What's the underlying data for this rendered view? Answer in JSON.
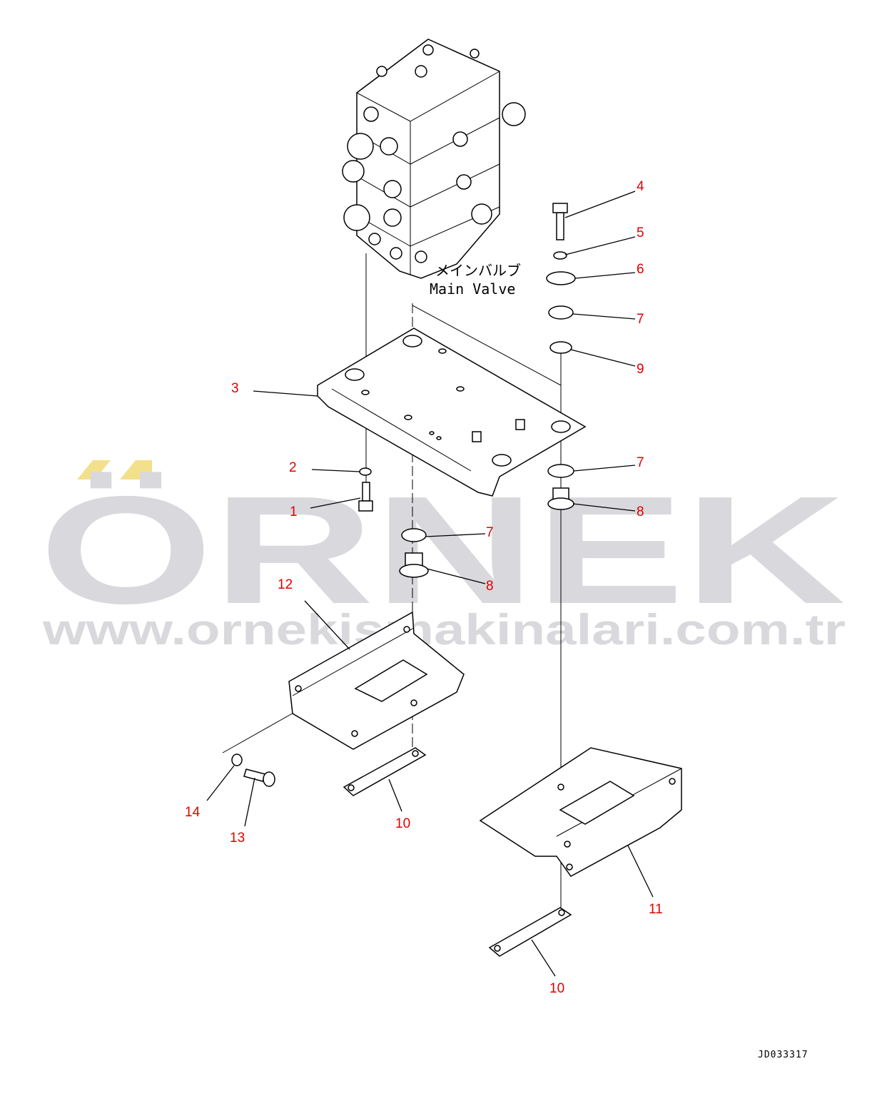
{
  "diagram": {
    "component_label_jp": "メインバルブ",
    "component_label_en": "Main Valve",
    "drawing_code": "JD033317",
    "callouts": [
      {
        "id": "c4",
        "label": "4"
      },
      {
        "id": "c5",
        "label": "5"
      },
      {
        "id": "c6",
        "label": "6"
      },
      {
        "id": "c7a",
        "label": "7"
      },
      {
        "id": "c9",
        "label": "9"
      },
      {
        "id": "c3",
        "label": "3"
      },
      {
        "id": "c2",
        "label": "2"
      },
      {
        "id": "c1",
        "label": "1"
      },
      {
        "id": "c7b",
        "label": "7"
      },
      {
        "id": "c8a",
        "label": "8"
      },
      {
        "id": "c7c",
        "label": "7"
      },
      {
        "id": "c8b",
        "label": "8"
      },
      {
        "id": "c12",
        "label": "12"
      },
      {
        "id": "c14",
        "label": "14"
      },
      {
        "id": "c13",
        "label": "13"
      },
      {
        "id": "c10a",
        "label": "10"
      },
      {
        "id": "c11",
        "label": "11"
      },
      {
        "id": "c10b",
        "label": "10"
      }
    ],
    "callout_color": "#e00000"
  },
  "watermark": {
    "brand": "ÖRNEK",
    "url": "www.ornekismakinalari.com.tr",
    "color": "#d9d8dc",
    "accent_color": "#f3e08a"
  }
}
